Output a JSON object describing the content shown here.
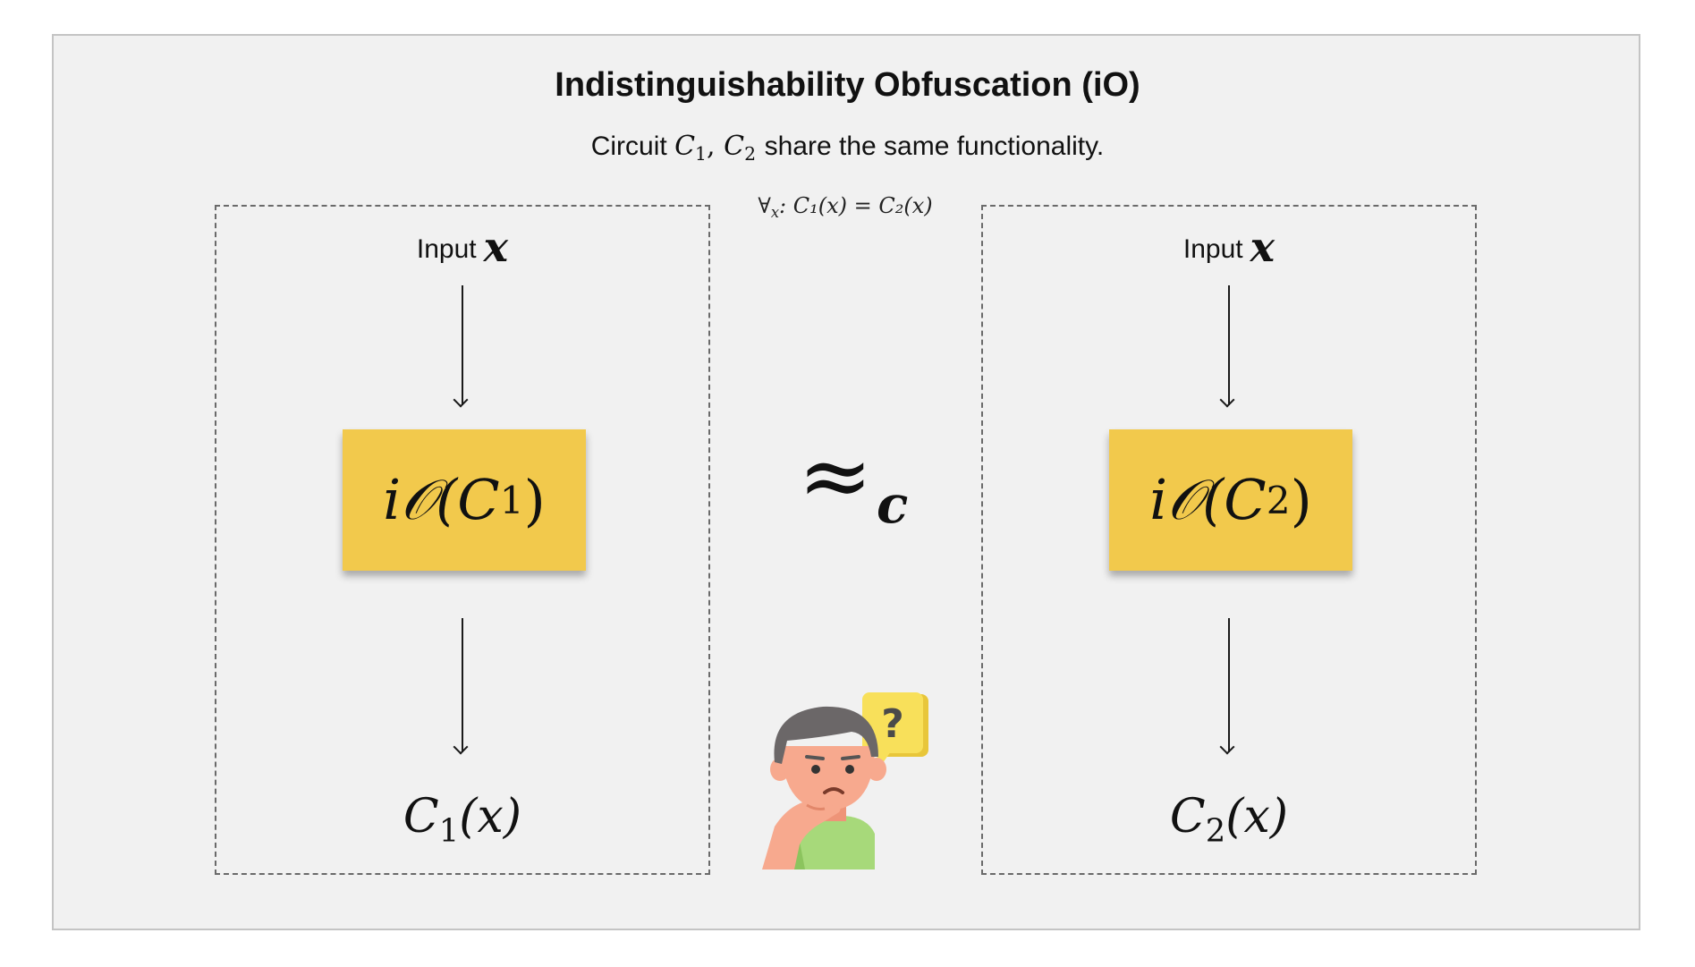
{
  "title": "Indistinguishability Obfuscation (iO)",
  "subtitle": {
    "prefix": "Circuit",
    "c1": "C",
    "c1_sub": "1",
    "sep": ", ",
    "c2": "C",
    "c2_sub": "2",
    "suffix": "share the same functionality."
  },
  "condition": {
    "quantifier": "∀",
    "var_sub": "x",
    "expr": ": C₁(x) = C₂(x)"
  },
  "relation": {
    "symbol": "≈",
    "subscript": "c"
  },
  "left_panel": {
    "input_label": "Input",
    "input_var": "x",
    "box_prefix": "i𝒪(C",
    "box_sub": "1",
    "box_suffix": ")",
    "output_prefix": "C",
    "output_sub": "1",
    "output_suffix": "(x)"
  },
  "right_panel": {
    "input_label": "Input",
    "input_var": "x",
    "box_prefix": "i𝒪(C",
    "box_sub": "2",
    "box_suffix": ")",
    "output_prefix": "C",
    "output_sub": "2",
    "output_suffix": "(x)"
  },
  "illustration": {
    "question_mark": "?",
    "icon": "thinking-person-icon"
  },
  "colors": {
    "obfuscated_box": "#f2c94c",
    "background": "#f1f1f1",
    "skin": "#f7a98e",
    "hair": "#6b6768",
    "shirt": "#a7d97a",
    "bubble": "#f8e05a"
  }
}
